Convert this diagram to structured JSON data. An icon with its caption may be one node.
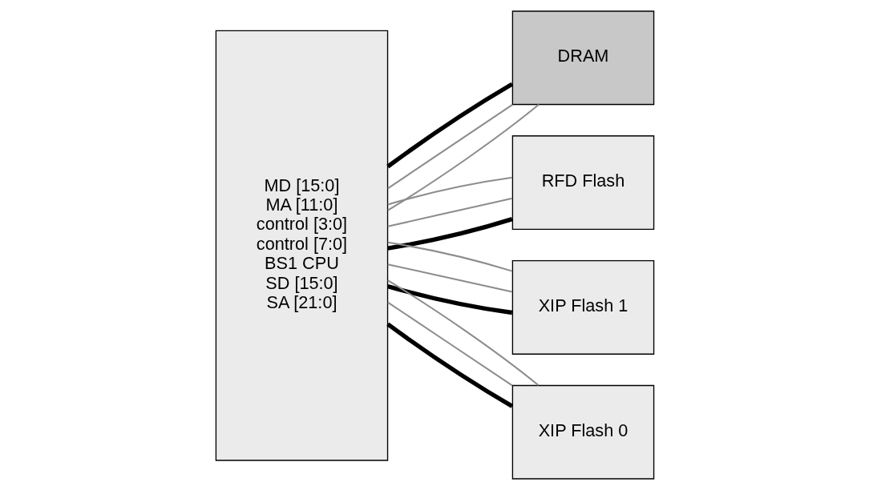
{
  "diagram": {
    "nodes": [
      {
        "text": [
          "MD [15:0]",
          "MA [11:0]",
          "control [3:0]",
          "control [7:0]",
          "BS1 CPU",
          "SD [15:0]",
          "SA [21:0]"
        ]
      },
      {
        "text": [
          "DRAM"
        ]
      },
      {
        "text": [
          "RFD Flash"
        ]
      },
      {
        "text": [
          "XIP Flash 1"
        ]
      },
      {
        "text": [
          "XIP Flash 0"
        ]
      }
    ],
    "edges": [
      {
        "from": 0,
        "to": 1,
        "arrow": "none"
      },
      {
        "from": 0,
        "to": 1,
        "arrow": "none"
      },
      {
        "from": 0,
        "to": 1,
        "arrow": "none",
        "style": "thick",
        "color": "#000000"
      },
      {
        "from": 0,
        "to": 2,
        "arrow": "none",
        "style": "thick",
        "color": "#000000"
      },
      {
        "from": 0,
        "to": 3,
        "arrow": "none",
        "style": "thick",
        "color": "#000000"
      },
      {
        "from": 0,
        "to": 4,
        "arrow": "none",
        "style": "thick",
        "color": "#000000"
      },
      {
        "from": 0,
        "to": 2,
        "arrow": "none"
      },
      {
        "from": 0,
        "to": 3,
        "arrow": "none"
      },
      {
        "from": 0,
        "to": 4,
        "arrow": "none"
      },
      {
        "from": 0,
        "to": 2,
        "arrow": "none"
      },
      {
        "from": 0,
        "to": 3,
        "arrow": "none"
      },
      {
        "from": 0,
        "to": 4,
        "arrow": "none"
      }
    ]
  }
}
